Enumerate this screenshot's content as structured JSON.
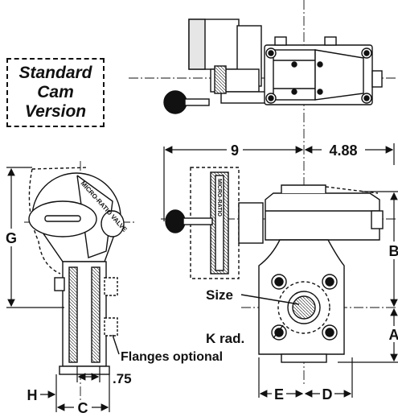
{
  "title": {
    "line1": "Standard",
    "line2": "Cam",
    "line3": "Version"
  },
  "dimensions": {
    "width_9": "9",
    "width_488": "4.88",
    "G": "G",
    "B": "B",
    "A": "A",
    "E": "E",
    "D": "D",
    "H": "H",
    "C": "C",
    "offset_075": ".75"
  },
  "callouts": {
    "size": "Size",
    "k_rad": "K rad.",
    "flanges": "Flanges optional"
  },
  "dial_text": {
    "brand": "MICRO-RATIO VALVE",
    "scale": "MICRO-RATIO"
  },
  "colors": {
    "ink": "#111111",
    "paper": "#ffffff"
  }
}
